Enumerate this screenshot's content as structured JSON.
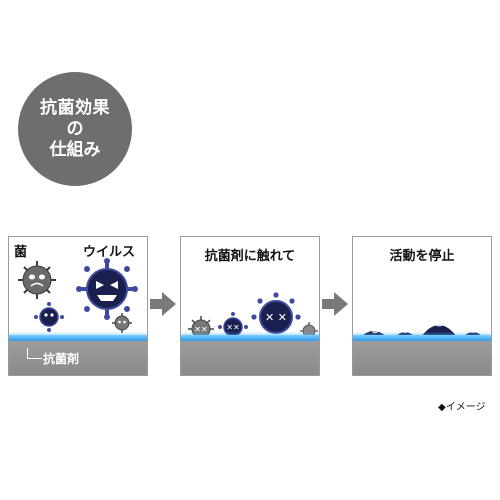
{
  "title": {
    "line1": "抗菌効果",
    "line2": "の",
    "line3": "仕組み"
  },
  "panel1": {
    "bacteria_label": "菌",
    "virus_label": "ウイルス",
    "agent_label": "抗菌剤"
  },
  "panel2": {
    "caption": "抗菌剤に触れて"
  },
  "panel3": {
    "caption": "活動を停止"
  },
  "note": "◆イメージ",
  "colors": {
    "circle": "#6e6e6e",
    "surface": "#8a8a8a",
    "agent": "#2f9be8",
    "virus": "#1a1f4d",
    "arrow": "#7a7a7a"
  }
}
